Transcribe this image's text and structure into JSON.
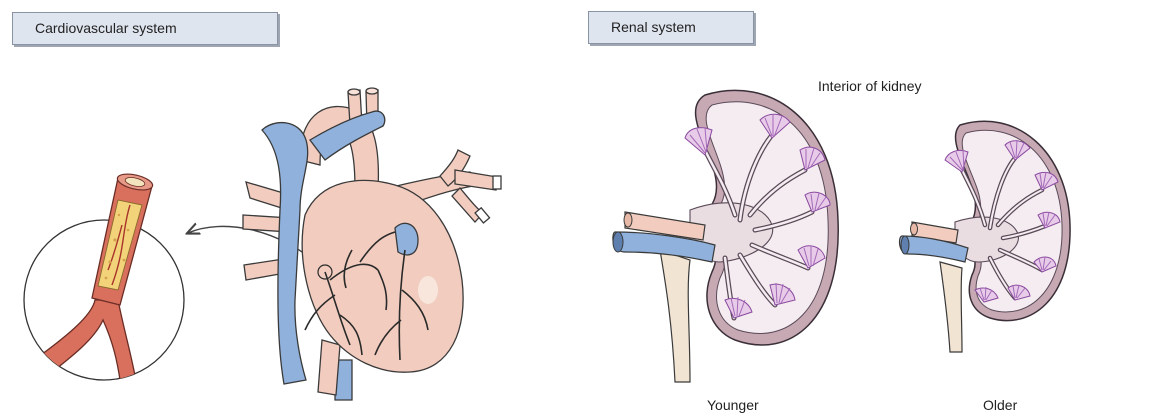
{
  "labels": {
    "cardiovascular": "Cardiovascular system",
    "renal": "Renal system"
  },
  "captions": {
    "interior": "Interior of kidney",
    "younger": "Younger",
    "older": "Older"
  },
  "colors": {
    "vein_blue": "#8fb1dc",
    "artery_pink": "#f2cdbf",
    "vessel_red": "#d9705d",
    "plaque_yellow": "#f2d37a",
    "kidney_outline": "#5a4a58",
    "pyramid_purple": "#a36ab8",
    "cortex": "#f4ecf0",
    "label_box": "#dfe5ef"
  }
}
